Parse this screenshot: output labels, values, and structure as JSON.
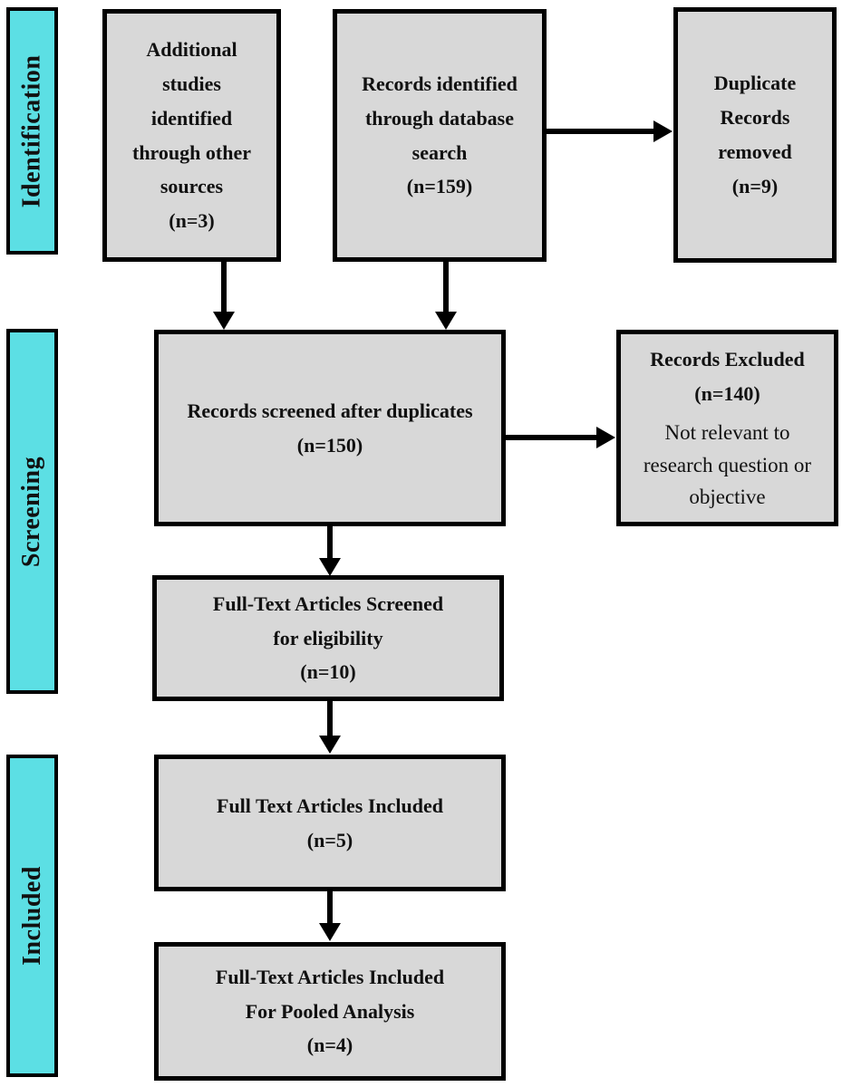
{
  "palette": {
    "stage_fill": "#5CDFE4",
    "box_fill": "#D8D8D8",
    "border": "#000000",
    "arrow": "#000000",
    "background": "#FFFFFF"
  },
  "stages": [
    {
      "label": "Identification"
    },
    {
      "label": "Screening"
    },
    {
      "label": "Included"
    }
  ],
  "boxes": {
    "additional_sources": {
      "lines": [
        "Additional",
        "studies",
        "identified",
        "through other",
        "sources",
        "(n=3)"
      ]
    },
    "database_search": {
      "lines": [
        "Records identified",
        "through database",
        "search",
        "(n=159)"
      ]
    },
    "duplicates_removed": {
      "lines": [
        "Duplicate",
        "Records",
        "removed",
        "(n=9)"
      ]
    },
    "records_screened": {
      "lines": [
        "Records screened after duplicates",
        "(n=150)"
      ]
    },
    "records_excluded": {
      "title_lines": [
        "Records Excluded",
        "(n=140)"
      ],
      "note_lines": [
        "Not relevant to",
        "research question or",
        "objective"
      ]
    },
    "fulltext_screened": {
      "lines": [
        "Full-Text Articles Screened",
        "for eligibility",
        "(n=10)"
      ]
    },
    "fulltext_included": {
      "lines": [
        "Full Text Articles Included",
        "(n=5)"
      ]
    },
    "pooled_analysis": {
      "lines": [
        "Full-Text Articles Included",
        "For Pooled Analysis",
        "(n=4)"
      ]
    }
  }
}
